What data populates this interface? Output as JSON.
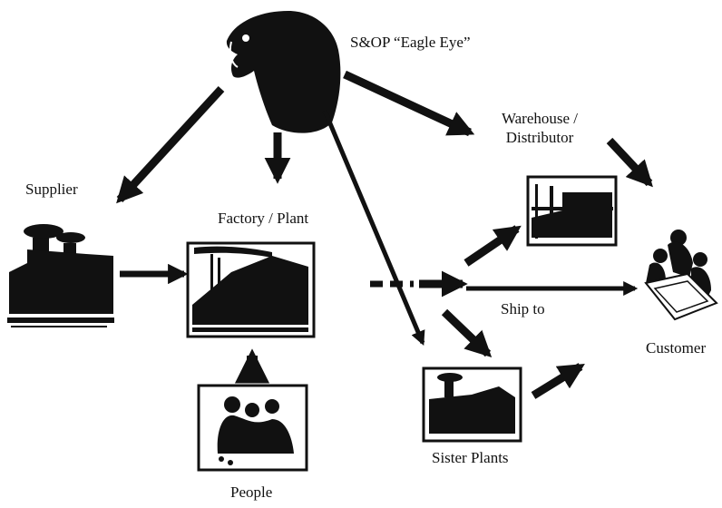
{
  "labels": {
    "eagle": "S&OP “Eagle Eye”",
    "warehouse_line1": "Warehouse /",
    "warehouse_line2": "Distributor",
    "supplier": "Supplier",
    "factory": "Factory / Plant",
    "ship_to": "Ship to",
    "customer": "Customer",
    "sister_plants": "Sister Plants",
    "people": "People"
  },
  "colors": {
    "ink": "#111111",
    "background": "#ffffff"
  },
  "icons": {
    "eagle": "eagle-head-icon",
    "supplier": "supplier-factory-icon",
    "factory": "factory-plant-icon",
    "warehouse": "warehouse-icon",
    "sister": "sister-plant-icon",
    "people": "people-meeting-icon",
    "customer": "customer-meeting-icon"
  }
}
